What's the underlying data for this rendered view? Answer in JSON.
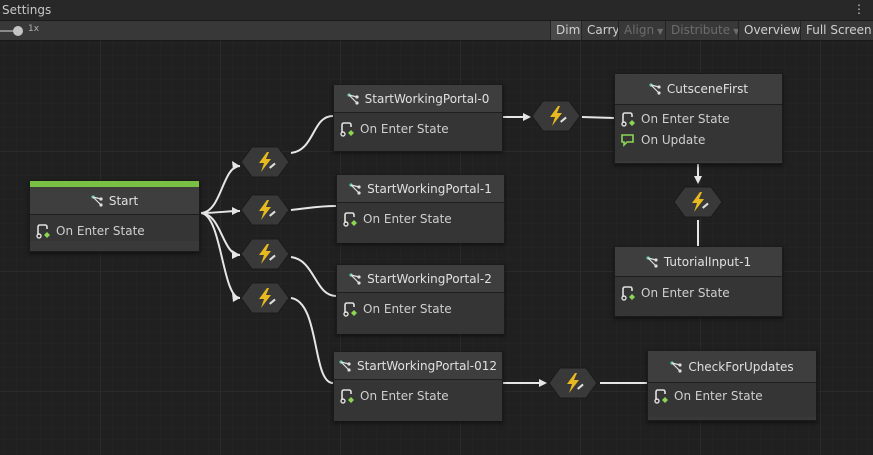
{
  "window": {
    "title": "Settings",
    "menu_icon": "kebab-menu-icon"
  },
  "toolbar": {
    "zoom_label": "1x",
    "zoom_level": 0.1,
    "dim": "Dim",
    "carry": "Carry",
    "align": "Align",
    "distribute": "Distribute",
    "overview": "Overview",
    "full_screen": "Full Screen"
  },
  "nodes": {
    "start": {
      "title": "Start",
      "rows": [
        "On Enter State"
      ]
    },
    "portal0": {
      "title": "StartWorkingPortal-0",
      "rows": [
        "On Enter State"
      ]
    },
    "portal1": {
      "title": "StartWorkingPortal-1",
      "rows": [
        "On Enter State"
      ]
    },
    "portal2": {
      "title": "StartWorkingPortal-2",
      "rows": [
        "On Enter State"
      ]
    },
    "portal012": {
      "title": "StartWorkingPortal-012",
      "rows": [
        "On Enter State"
      ]
    },
    "cutscene": {
      "title": "CutsceneFirst",
      "rows": [
        "On Enter State",
        "On Update"
      ]
    },
    "tutorial": {
      "title": "TutorialInput-1",
      "rows": [
        "On Enter State"
      ]
    },
    "check": {
      "title": "CheckForUpdates",
      "rows": [
        "On Enter State"
      ]
    }
  },
  "colors": {
    "start_accent": "#7ac143",
    "transition_icon": "#e8b821",
    "state_icon": "#5ec9b0",
    "event_green": "#8bd655"
  },
  "icons": {
    "state": "state-graph-icon",
    "enter": "enter-state-event-icon",
    "update": "update-event-icon",
    "transition": "transition-lightning-icon"
  }
}
